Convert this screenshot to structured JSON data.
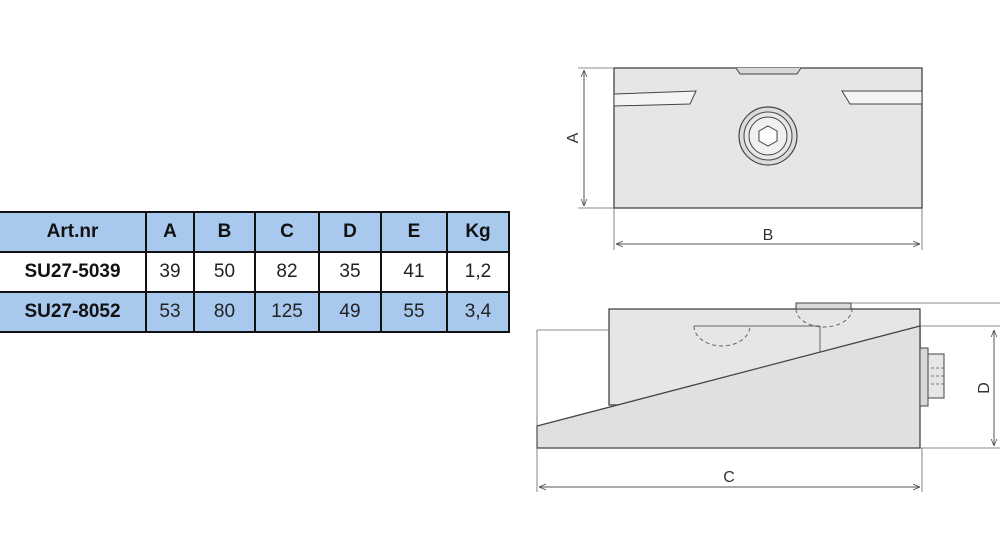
{
  "table": {
    "headers": [
      "Art.nr",
      "A",
      "B",
      "C",
      "D",
      "E",
      "Kg"
    ],
    "rows": [
      [
        "SU27-5039",
        "39",
        "50",
        "82",
        "35",
        "41",
        "1,2"
      ],
      [
        "SU27-8052",
        "53",
        "80",
        "125",
        "49",
        "55",
        "3,4"
      ]
    ]
  },
  "drawing": {
    "labels": {
      "a": "A",
      "b": "B",
      "c": "C",
      "d": "D"
    }
  },
  "colors": {
    "table_header": "#a8c8ee",
    "body_fill": "#e6e6e6",
    "outline": "#444444"
  }
}
